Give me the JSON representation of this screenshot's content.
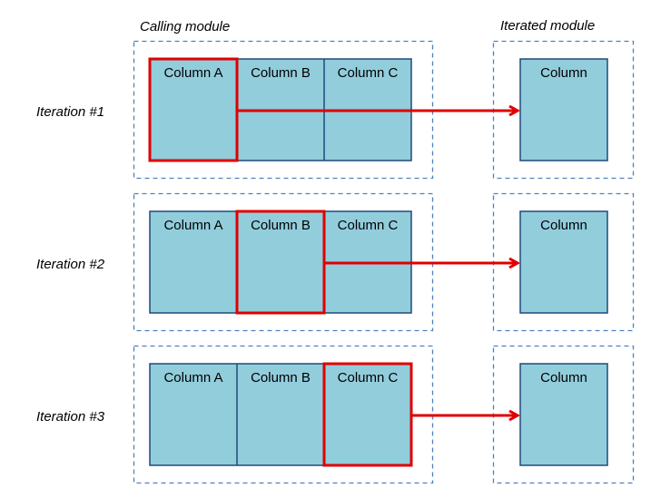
{
  "headers": {
    "calling_module": "Calling module",
    "iterated_module": "Iterated module"
  },
  "iterations": [
    {
      "label": "Iteration #1",
      "columns": [
        "Column A",
        "Column B",
        "Column C"
      ],
      "highlighted_column": 0,
      "target_label": "Column"
    },
    {
      "label": "Iteration #2",
      "columns": [
        "Column A",
        "Column B",
        "Column C"
      ],
      "highlighted_column": 1,
      "target_label": "Column"
    },
    {
      "label": "Iteration #3",
      "columns": [
        "Column A",
        "Column B",
        "Column C"
      ],
      "highlighted_column": 2,
      "target_label": "Column"
    }
  ],
  "colors": {
    "cell_fill": "#92CDDC",
    "cell_border": "#1F497D",
    "dashed_border": "#4F81BD",
    "highlight": "#E00000",
    "arrow": "#E00000"
  }
}
